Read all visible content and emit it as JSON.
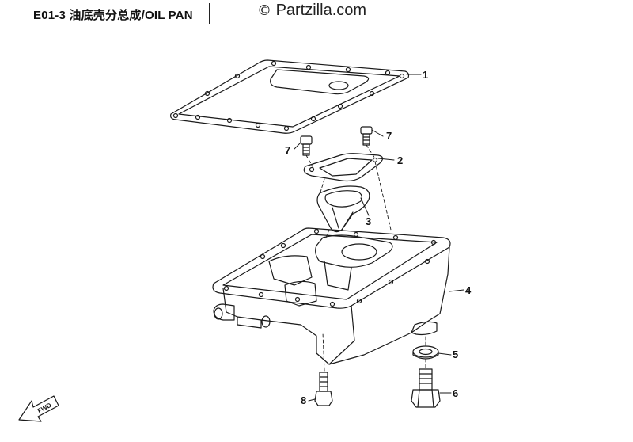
{
  "header": {
    "title": "E01-3  油底壳分总成/OIL PAN",
    "watermark_symbol": "©",
    "watermark_text": "Partzilla.com"
  },
  "callouts": {
    "c1": "1",
    "c2": "2",
    "c3": "3",
    "c4": "4",
    "c5": "5",
    "c6": "6",
    "c7a": "7",
    "c7b": "7",
    "c8": "8"
  },
  "direction_arrow": {
    "label": "FWD"
  },
  "colors": {
    "line": "#1a1a1a",
    "background": "#ffffff"
  }
}
